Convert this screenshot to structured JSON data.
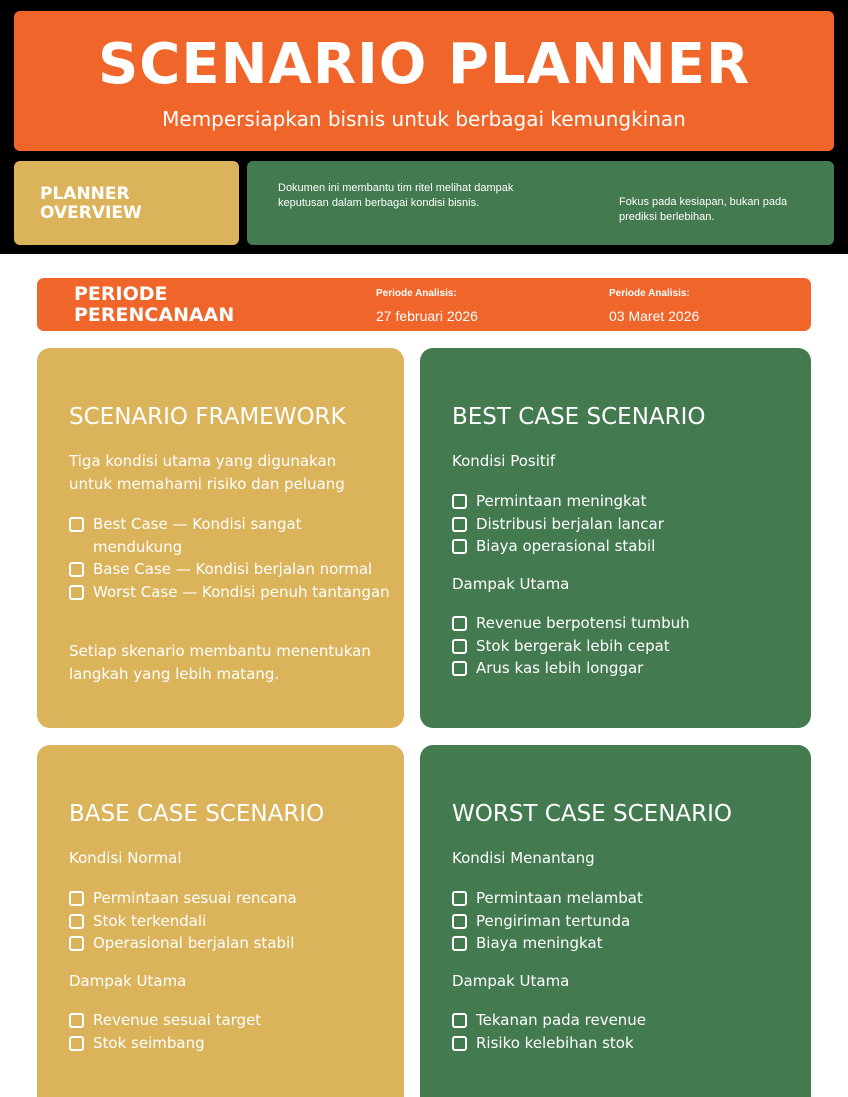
{
  "header": {
    "title": "SCENARIO PLANNER",
    "subtitle": "Mempersiapkan bisnis untuk berbagai kemungkinan"
  },
  "overview": {
    "label": "PLANNER OVERVIEW",
    "left_text": "Dokumen ini membantu tim ritel melihat dampak keputusan dalam berbagai kondisi bisnis.",
    "right_text": "Fokus pada kesiapan, bukan pada prediksi berlebihan."
  },
  "period": {
    "title": "PERIODE PERENCANAAN",
    "start_label": "Periode Analisis:",
    "start_date": "27 februari 2026",
    "end_label": "Periode Analisis:",
    "end_date": "03 Maret 2026"
  },
  "framework": {
    "heading": "SCENARIO FRAMEWORK",
    "intro": "Tiga kondisi utama yang digunakan untuk memahami risiko dan peluang",
    "items": [
      "Best Case — Kondisi sangat mendukung",
      "Base Case — Kondisi berjalan normal",
      "Worst Case — Kondisi penuh tantangan"
    ],
    "outro": "Setiap skenario membantu menentukan langkah yang lebih matang."
  },
  "best_case": {
    "heading": "BEST CASE SCENARIO",
    "condition_label": "Kondisi Positif",
    "conditions": [
      "Permintaan meningkat",
      "Distribusi berjalan lancar",
      "Biaya operasional stabil"
    ],
    "impact_label": "Dampak Utama",
    "impacts": [
      "Revenue berpotensi tumbuh",
      "Stok bergerak lebih cepat",
      "Arus kas lebih longgar"
    ]
  },
  "base_case": {
    "heading": "BASE CASE SCENARIO",
    "condition_label": "Kondisi Normal",
    "conditions": [
      "Permintaan sesuai rencana",
      "Stok terkendali",
      "Operasional berjalan stabil"
    ],
    "impact_label": "Dampak Utama",
    "impacts": [
      "Revenue sesuai target",
      "Stok seimbang"
    ]
  },
  "worst_case": {
    "heading": "WORST CASE SCENARIO",
    "condition_label": "Kondisi Menantang",
    "conditions": [
      "Permintaan melambat",
      "Pengiriman tertunda",
      "Biaya meningkat"
    ],
    "impact_label": "Dampak Utama",
    "impacts": [
      "Tekanan pada revenue",
      "Risiko kelebihan stok"
    ]
  },
  "colors": {
    "orange": "#f0652a",
    "mustard": "#dbb35a",
    "green": "#437a4f",
    "black": "#000000"
  }
}
